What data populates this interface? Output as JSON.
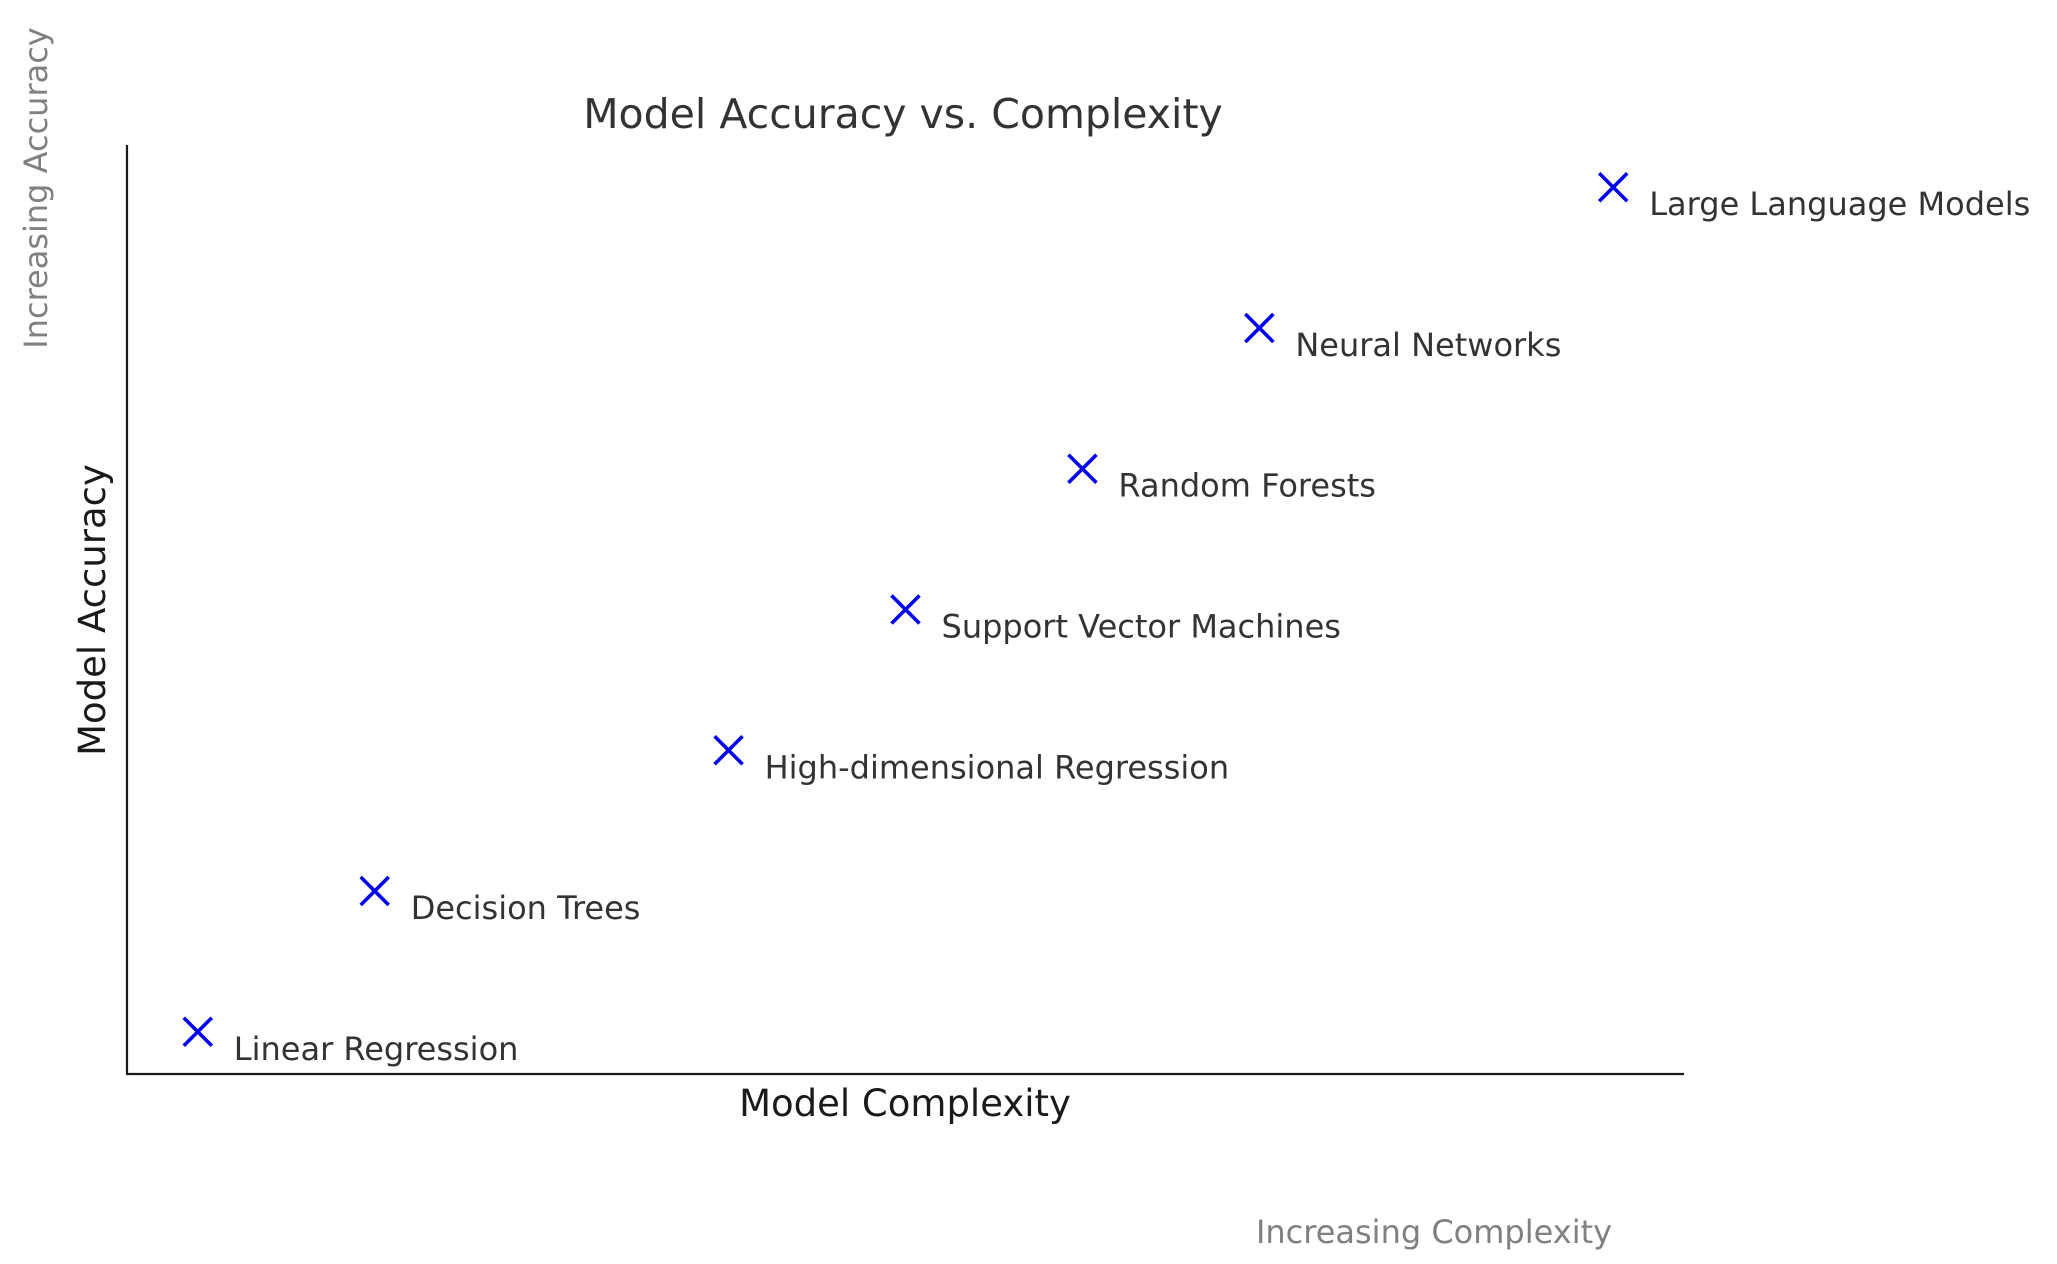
{
  "chart_data": {
    "type": "scatter",
    "title": "Model Accuracy vs. Complexity",
    "xlabel": "Model Complexity",
    "ylabel": "Model Accuracy",
    "x_annotation": "Increasing Complexity",
    "y_annotation": "Increasing Accuracy",
    "marker": "x",
    "marker_color": "#0000ee",
    "grid": false,
    "xlim": [
      0,
      22
    ],
    "ylim": [
      0,
      13.2
    ],
    "points": [
      {
        "label": "Linear Regression",
        "x": 1,
        "y": 0.6
      },
      {
        "label": "Decision Trees",
        "x": 3.5,
        "y": 2.6
      },
      {
        "label": "High-dimensional Regression",
        "x": 8.5,
        "y": 4.6
      },
      {
        "label": "Support Vector Machines",
        "x": 11,
        "y": 6.6
      },
      {
        "label": "Random Forests",
        "x": 13.5,
        "y": 8.6
      },
      {
        "label": "Neural Networks",
        "x": 16,
        "y": 10.6
      },
      {
        "label": "Large Language Models",
        "x": 21,
        "y": 12.6
      }
    ]
  }
}
